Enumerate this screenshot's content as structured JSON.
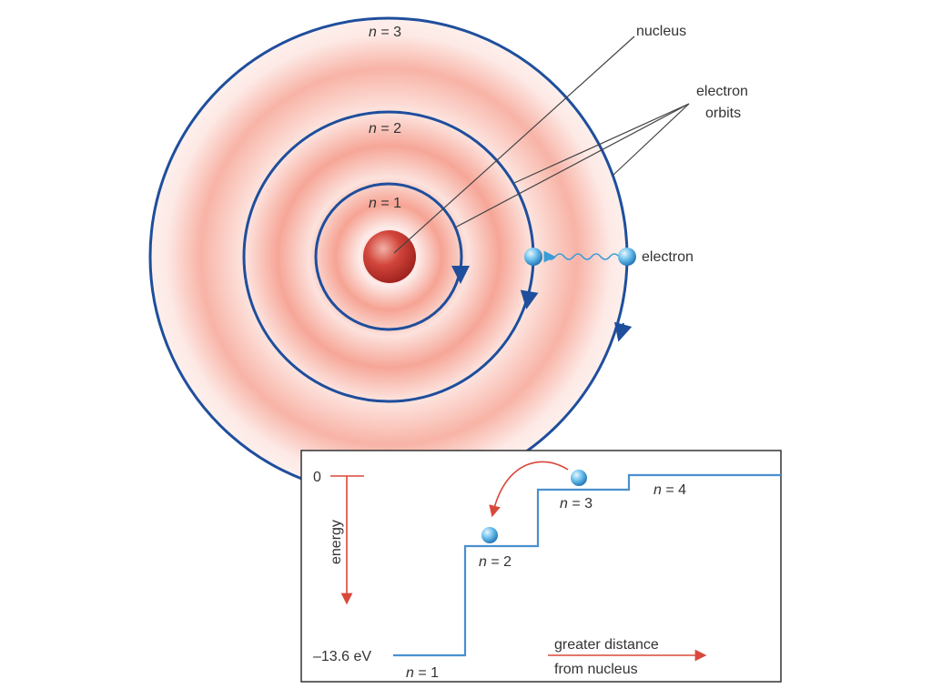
{
  "orbit_labels": {
    "n3": {
      "var": "n",
      "rest": " = 3"
    },
    "n2": {
      "var": "n",
      "rest": " = 2"
    },
    "n1": {
      "var": "n",
      "rest": " = 1"
    }
  },
  "callouts": {
    "nucleus": "nucleus",
    "electron_orbits_line1": "electron",
    "electron_orbits_line2": "orbits",
    "electron": "electron"
  },
  "energy_panel": {
    "zero_label": "0",
    "bottom_label": "–13.6 eV",
    "axis_label": "energy",
    "levels": [
      {
        "var": "n",
        "rest": " = 1"
      },
      {
        "var": "n",
        "rest": " = 2"
      },
      {
        "var": "n",
        "rest": " = 3"
      },
      {
        "var": "n",
        "rest": " = 4"
      }
    ],
    "distance_line1": "greater distance",
    "distance_line2": "from nucleus"
  },
  "colors": {
    "orbit_blue": "#1f4e9c",
    "step_blue": "#4a90cf",
    "glow": "#f07a65",
    "nucleus": "#c8332e",
    "arrow_red": "#d9483b",
    "text": "#333333"
  }
}
